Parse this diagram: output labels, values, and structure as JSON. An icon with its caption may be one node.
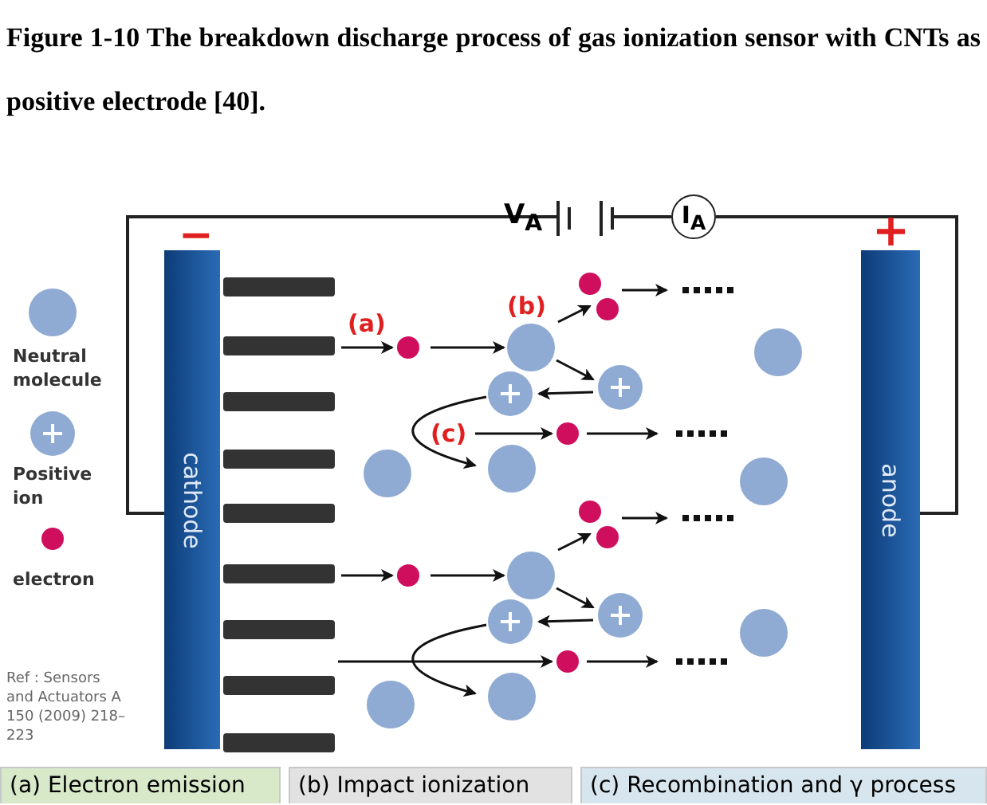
{
  "diagram": {
    "caption": "Figure 1-10 The breakdown discharge process of gas ionization sensor with CNTs as positive electrode [40].",
    "nodes": [
      {
        "text": [
          "cathode"
        ],
        "beside": [
          "−"
        ]
      },
      {
        "text": [
          "anode"
        ],
        "beside": [
          "+"
        ]
      },
      {
        "text": [
          "(a) Electron emission"
        ]
      },
      {
        "text": [
          "(b) Impact ionization"
        ]
      },
      {
        "text": [
          "(c) Recombination and γ process"
        ]
      },
      {
        "text": [],
        "shape": "battery",
        "beside": [
          "V$_{A}$"
        ]
      },
      {
        "text": [
          "I$_{A}$"
        ]
      }
    ],
    "edges": [
      {
        "from": 0,
        "to": 5,
        "arrow": "none"
      },
      {
        "from": 5,
        "to": 6,
        "arrow": "none"
      },
      {
        "from": 6,
        "to": 1,
        "arrow": "none"
      }
    ],
    "labels": [
      "(b)",
      "(a)",
      "(c)",
      "Ref : Sensors and Actuators A 150 (2009) 218–223"
    ],
    "legend": [
      {
        "text": "Neutral molecule",
        "color": "#8fabd3"
      },
      {
        "text": "Positive ion"
      },
      {
        "text": "electron",
        "color": "#cf0f5e"
      }
    ]
  }
}
